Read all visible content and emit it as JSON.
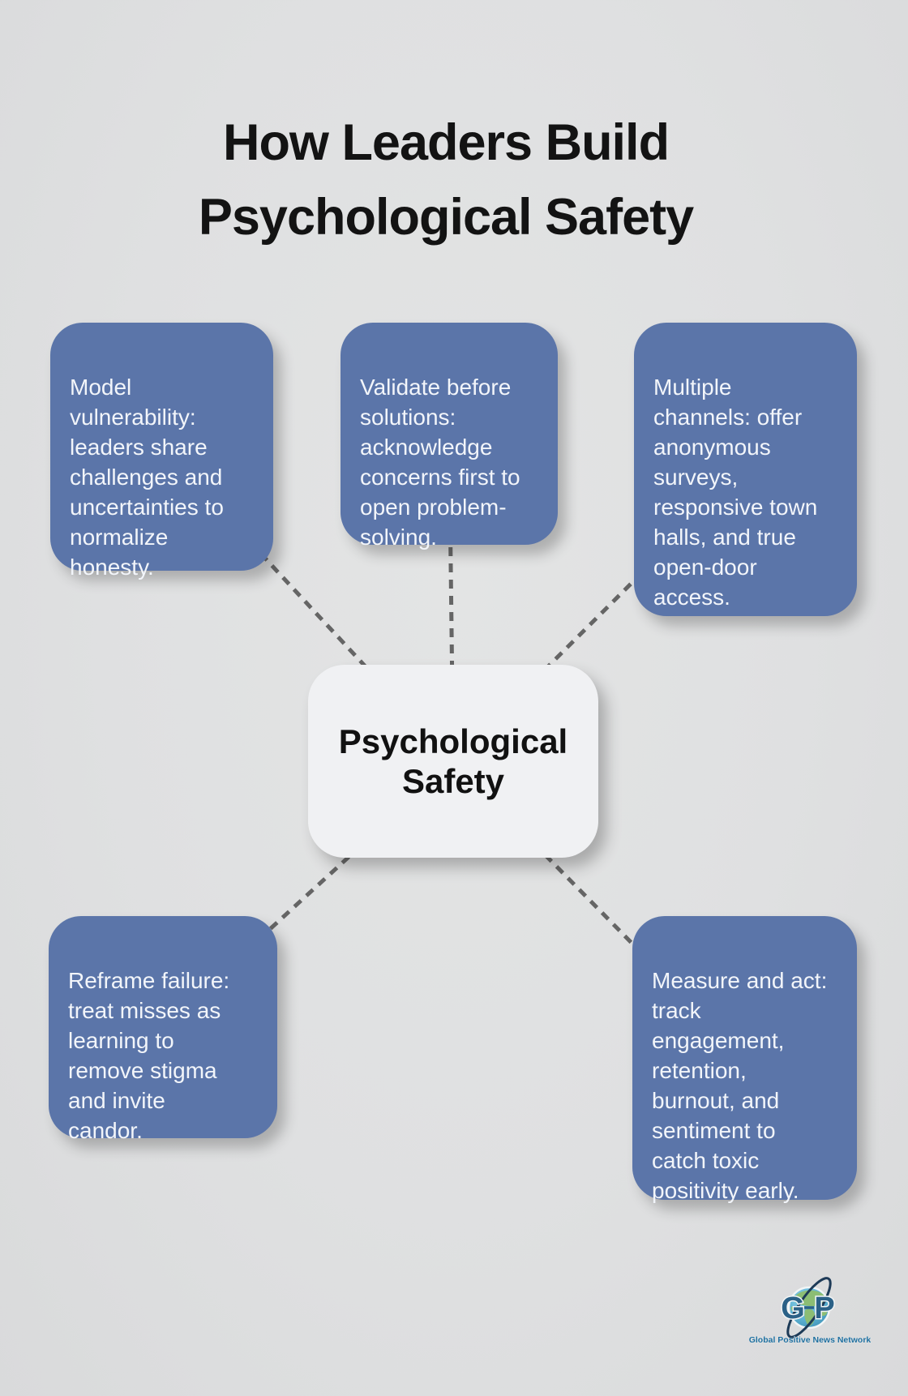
{
  "page": {
    "title": "How Leaders Build\nPsychological Safety"
  },
  "center_node": {
    "label": "Psychological\nSafety"
  },
  "satellite_nodes": [
    {
      "id": "model-vulnerability",
      "text": "Model\nvulnerability:\nleaders share\nchallenges and\nuncertainties to\nnormalize\nhonesty."
    },
    {
      "id": "validate-before-solutions",
      "text": "Validate before\nsolutions:\nacknowledge\nconcerns first to\nopen problem-\nsolving."
    },
    {
      "id": "multiple-channels",
      "text": "Multiple\nchannels: offer\nanonymous\nsurveys,\nresponsive town\nhalls, and true\nopen-door\naccess."
    },
    {
      "id": "reframe-failure",
      "text": "Reframe failure:\ntreat misses as\nlearning to\nremove stigma\nand invite\ncandor."
    },
    {
      "id": "measure-and-act",
      "text": "Measure and act:\ntrack\nengagement,\nretention,\nburnout, and\nsentiment to\ncatch toxic\npositivity early."
    }
  ],
  "logo": {
    "letter_left": "G",
    "letter_right": "P",
    "caption": "Global Positive News Network"
  },
  "colors": {
    "background": "#dfe0e1",
    "node_fill": "#5b75a9",
    "node_text": "#f2f5fa",
    "center_fill": "#f0f1f3",
    "connector": "#656565",
    "title_text": "#131313",
    "logo_letters": "#2b6187",
    "logo_caption": "#1e6e9e",
    "globe_blue": "#5fb3d4",
    "continent_green": "#8cbd74"
  }
}
